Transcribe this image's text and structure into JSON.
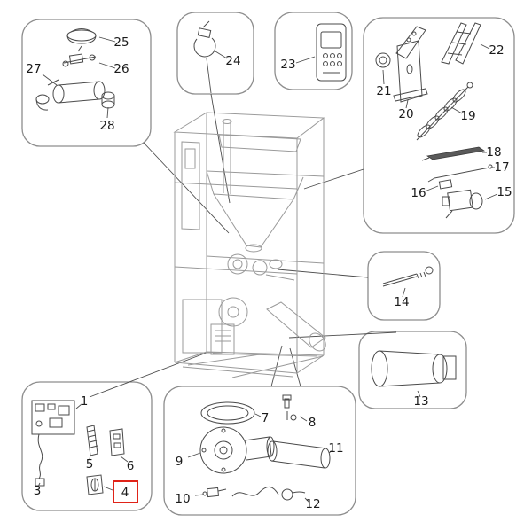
{
  "diagram": {
    "highlight_color": "#e02318",
    "labels": {
      "p1": "1",
      "p3": "3",
      "p4": "4",
      "p5": "5",
      "p6": "6",
      "p7": "7",
      "p8": "8",
      "p9": "9",
      "p10": "10",
      "p11": "11",
      "p12": "12",
      "p13": "13",
      "p14": "14",
      "p15": "15",
      "p16": "16",
      "p17": "17",
      "p18": "18",
      "p19": "19",
      "p20": "20",
      "p21": "21",
      "p22": "22",
      "p23": "23",
      "p24": "24",
      "p25": "25",
      "p26": "26",
      "p27": "27",
      "p28": "28"
    }
  }
}
